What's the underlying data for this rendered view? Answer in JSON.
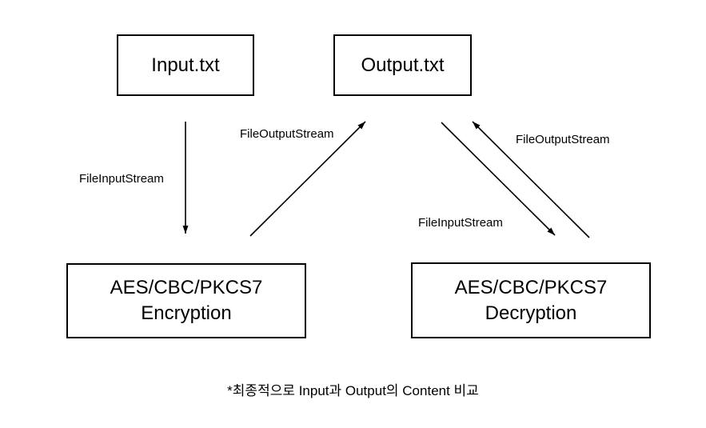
{
  "diagram": {
    "nodes": {
      "input_file": {
        "label": "Input.txt"
      },
      "output_file": {
        "label": "Output.txt"
      },
      "encryption": {
        "line1": "AES/CBC/PKCS7",
        "line2": "Encryption"
      },
      "decryption": {
        "line1": "AES/CBC/PKCS7",
        "line2": "Decryption"
      }
    },
    "edges": {
      "input_to_encryption": {
        "label": "FileInputStream"
      },
      "encryption_to_output": {
        "label": "FileOutputStream"
      },
      "output_to_decryption": {
        "label": "FileInputStream"
      },
      "decryption_to_output": {
        "label": "FileOutputStream"
      }
    },
    "note": "*최종적으로 Input과 Output의 Content 비교",
    "colors": {
      "background": "#ffffff",
      "line": "#000000",
      "text": "#000000"
    }
  }
}
